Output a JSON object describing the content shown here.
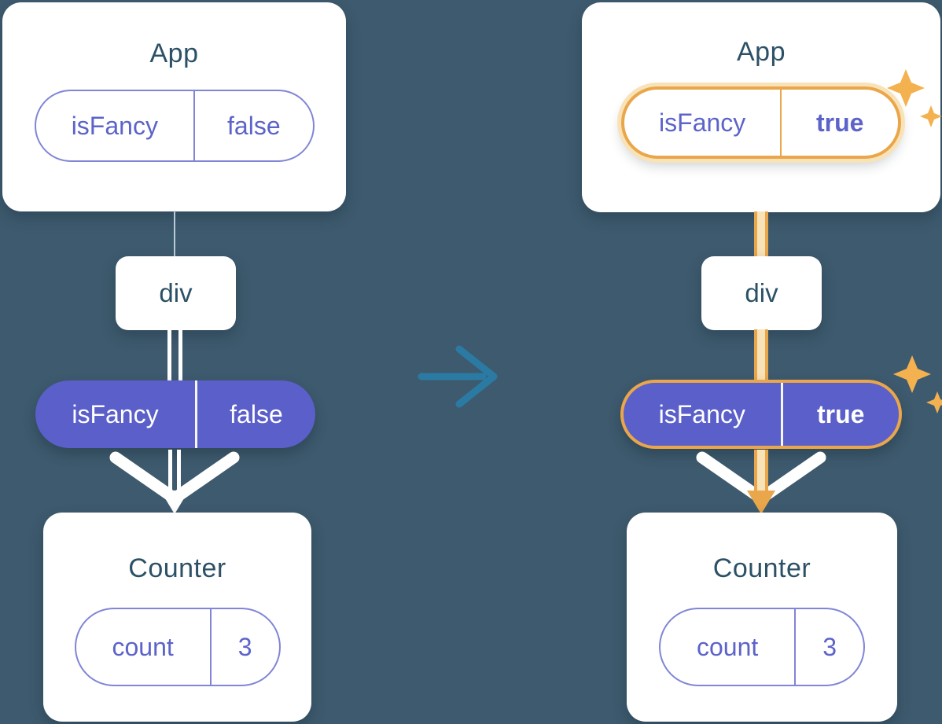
{
  "colors": {
    "background": "#3e5a6e",
    "card": "#ffffff",
    "title_text": "#2c5166",
    "purple": "#5a5fc9",
    "purple_border": "#8085d6",
    "purple_text": "#5c63c9",
    "highlight_gold": "#eaa64a",
    "highlight_halo": "#f8e3b8",
    "sparkle_gold": "#f3b14f",
    "arrow_blue": "#2b7aa3",
    "connector_light": "#b9cbd6"
  },
  "icons": {
    "transition_arrow": "→",
    "sparkle": "✦",
    "render_arrow": "⌄"
  },
  "before": {
    "app": {
      "title": "App",
      "state": {
        "name": "isFancy",
        "value": "false"
      }
    },
    "div": {
      "label": "div"
    },
    "prop": {
      "name": "isFancy",
      "value": "false"
    },
    "counter": {
      "title": "Counter",
      "state": {
        "name": "count",
        "value": "3"
      }
    }
  },
  "after": {
    "app": {
      "title": "App",
      "state": {
        "name": "isFancy",
        "value": "true"
      }
    },
    "div": {
      "label": "div"
    },
    "prop": {
      "name": "isFancy",
      "value": "true"
    },
    "counter": {
      "title": "Counter",
      "state": {
        "name": "count",
        "value": "3"
      }
    }
  }
}
